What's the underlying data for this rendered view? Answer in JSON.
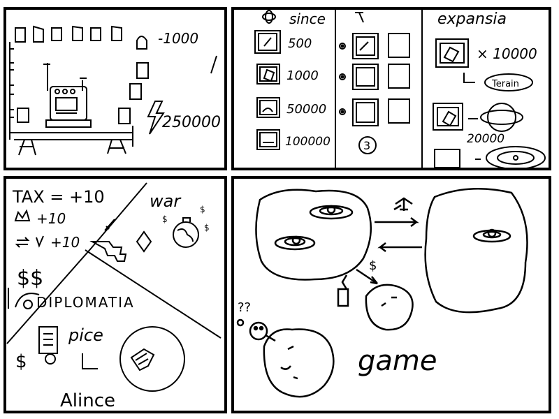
{
  "panel1": {
    "counter_1000": "-1000",
    "energy_value": "250000"
  },
  "panel2": {
    "science_header": "since",
    "science_costs": [
      "500",
      "1000",
      "50000",
      "100000"
    ],
    "tool_count": "3",
    "expansion_header": "expansia",
    "expansion_multiplier": "× 10000",
    "terrain_label": "Terain",
    "planet_cost": "20000"
  },
  "panel3": {
    "tax_line": "TAX = +10",
    "crown_line": "+10",
    "trade_line": "+10",
    "money_signs": "$$",
    "war_label": "war",
    "diplomacy_label": "DIPLOMATIA",
    "peace_label": "pice",
    "alliance_label": "Alince",
    "dollar_small": "$"
  },
  "panel4": {
    "game_label": "game",
    "question_marks": "??",
    "dollar_mark": "$"
  }
}
